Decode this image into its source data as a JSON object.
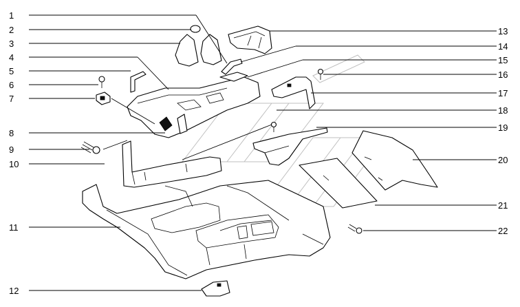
{
  "figure": {
    "background": "#ffffff",
    "line_color": "#000000"
  },
  "callouts_left": [
    {
      "id": "c1",
      "label": "1"
    },
    {
      "id": "c2",
      "label": "2"
    },
    {
      "id": "c3",
      "label": "3"
    },
    {
      "id": "c4",
      "label": "4"
    },
    {
      "id": "c5",
      "label": "5"
    },
    {
      "id": "c6",
      "label": "6"
    },
    {
      "id": "c7",
      "label": "7"
    },
    {
      "id": "c8",
      "label": "8"
    },
    {
      "id": "c9",
      "label": "9"
    },
    {
      "id": "c10",
      "label": "10"
    },
    {
      "id": "c11",
      "label": "11"
    },
    {
      "id": "c12",
      "label": "12"
    }
  ],
  "callouts_right": [
    {
      "id": "c13",
      "label": "13"
    },
    {
      "id": "c14",
      "label": "14"
    },
    {
      "id": "c15",
      "label": "15"
    },
    {
      "id": "c16",
      "label": "16"
    },
    {
      "id": "c17",
      "label": "17"
    },
    {
      "id": "c18",
      "label": "18"
    },
    {
      "id": "c19",
      "label": "19"
    },
    {
      "id": "c20",
      "label": "20"
    },
    {
      "id": "c21",
      "label": "21"
    },
    {
      "id": "c22",
      "label": "22"
    }
  ]
}
